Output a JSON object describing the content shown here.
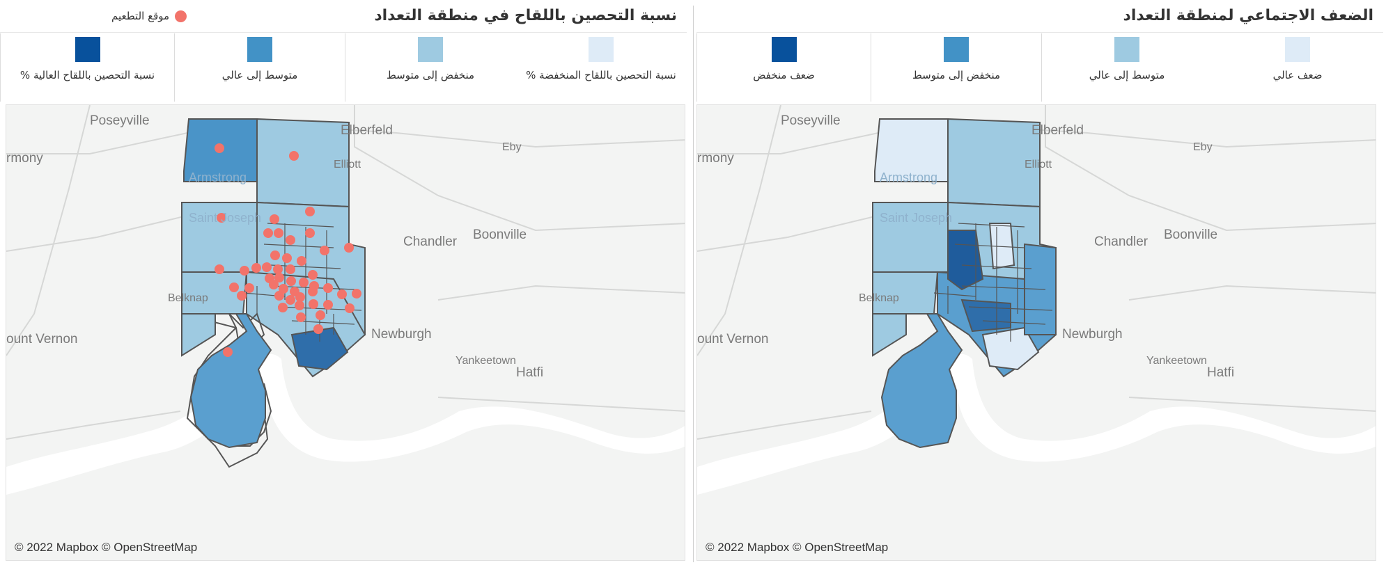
{
  "colors": {
    "q1": "#deebf7",
    "q2": "#9ecae1",
    "q3": "#4292c6",
    "q4": "#08519c",
    "dot": "#f2736a",
    "river": "#ffffff",
    "land": "#f3f4f3"
  },
  "left": {
    "title": "نسبة التحصين باللقاح في منطقة التعداد",
    "dot_legend": "موقع التطعيم",
    "legend": [
      "نسبة التحصين باللقاح المنخفضة %",
      "منخفض إلى متوسط",
      "متوسط إلى عالي",
      "نسبة التحصين باللقاح العالية %"
    ],
    "attribution": "© 2022 Mapbox © OpenStreetMap"
  },
  "right": {
    "title": "الضعف الاجتماعي لمنطقة التعداد",
    "legend": [
      "ضعف عالي",
      "متوسط إلى عالي",
      "منخفض إلى متوسط",
      "ضعف منخفض"
    ],
    "attribution": "© 2022 Mapbox © OpenStreetMap"
  },
  "places": {
    "poseyville": "Poseyville",
    "elberfeld": "Elberfeld",
    "eby": "Eby",
    "harmony": "rmony",
    "elliott": "Elliott",
    "armstrong": "Armstrong",
    "saint_joseph": "Saint Joseph",
    "chandler": "Chandler",
    "boonville": "Boonville",
    "belknap": "Belknap",
    "newburgh": "Newburgh",
    "mount_vernon": "ount Vernon",
    "yankeetown": "Yankeetown",
    "hatfield": "Hatfi"
  }
}
